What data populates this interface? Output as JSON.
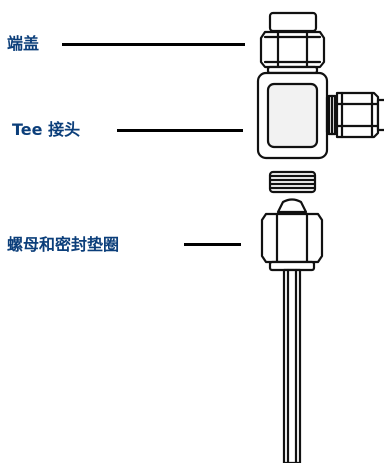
{
  "labels": {
    "end_cap": "端盖",
    "tee_fitting": "Tee 接头",
    "nut_and_ferrule": "螺母和密封垫圈"
  },
  "colors": {
    "label_text": "#0b3e7a",
    "leader_line": "#000000",
    "outline": "#111111",
    "part_fill": "#ffffff",
    "inner_panel": "#f2f2f2"
  }
}
